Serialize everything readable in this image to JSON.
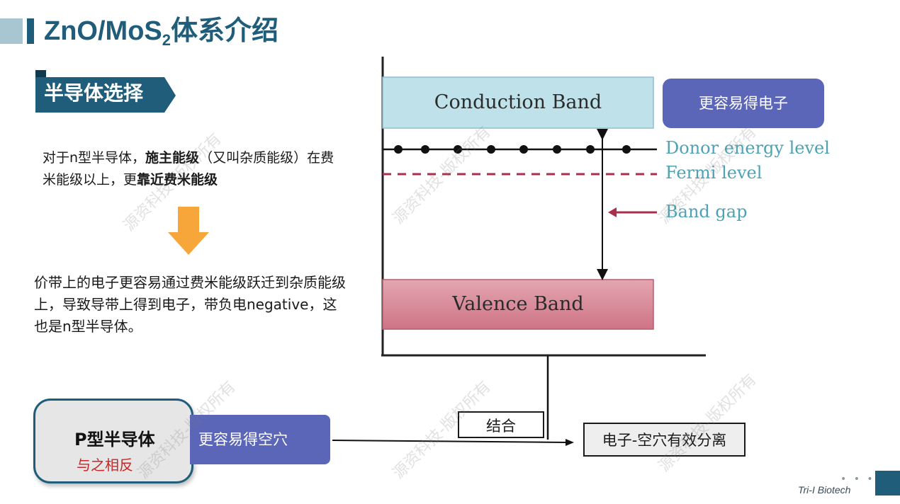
{
  "header": {
    "title_main": "ZnO/MoS",
    "title_sub": "2",
    "title_tail": "体系介绍"
  },
  "section": {
    "tag": "半导体选择"
  },
  "para1": {
    "a": "对于n型半导体，",
    "b": "施主能级",
    "c": "（又叫杂质能级）在费米能级以上，更",
    "d": "靠近费米能级"
  },
  "para2": "价带上的电子更容易通过费米能级跃迁到杂质能级上，导致导带上得到电子，带负电negative，这也是n型半导体。",
  "ptype": {
    "title": "P型半导体",
    "subtitle": "与之相反",
    "hole_text": "更容易得空穴"
  },
  "combine": "结合",
  "separation": "电子-空穴有效分离",
  "diagram": {
    "conduction_band": "Conduction Band",
    "valence_band": "Valence Band",
    "electron_note": "更容易得电子",
    "donor_level": "Donor energy level",
    "fermi_level": "Fermi level",
    "band_gap": "Band gap"
  },
  "watermark": "源资科技-版权所有",
  "brand": "Tri-I Biotech",
  "colors": {
    "primary": "#1f5d7a",
    "accent_light": "#a8c5d2",
    "box_blue": "#5c66b9",
    "conduction": "#bfe2ea",
    "valence": "#d98a9a",
    "fermi": "#a8304c",
    "level_text": "#4da3b3",
    "arrow_down": "#f7a63a"
  }
}
